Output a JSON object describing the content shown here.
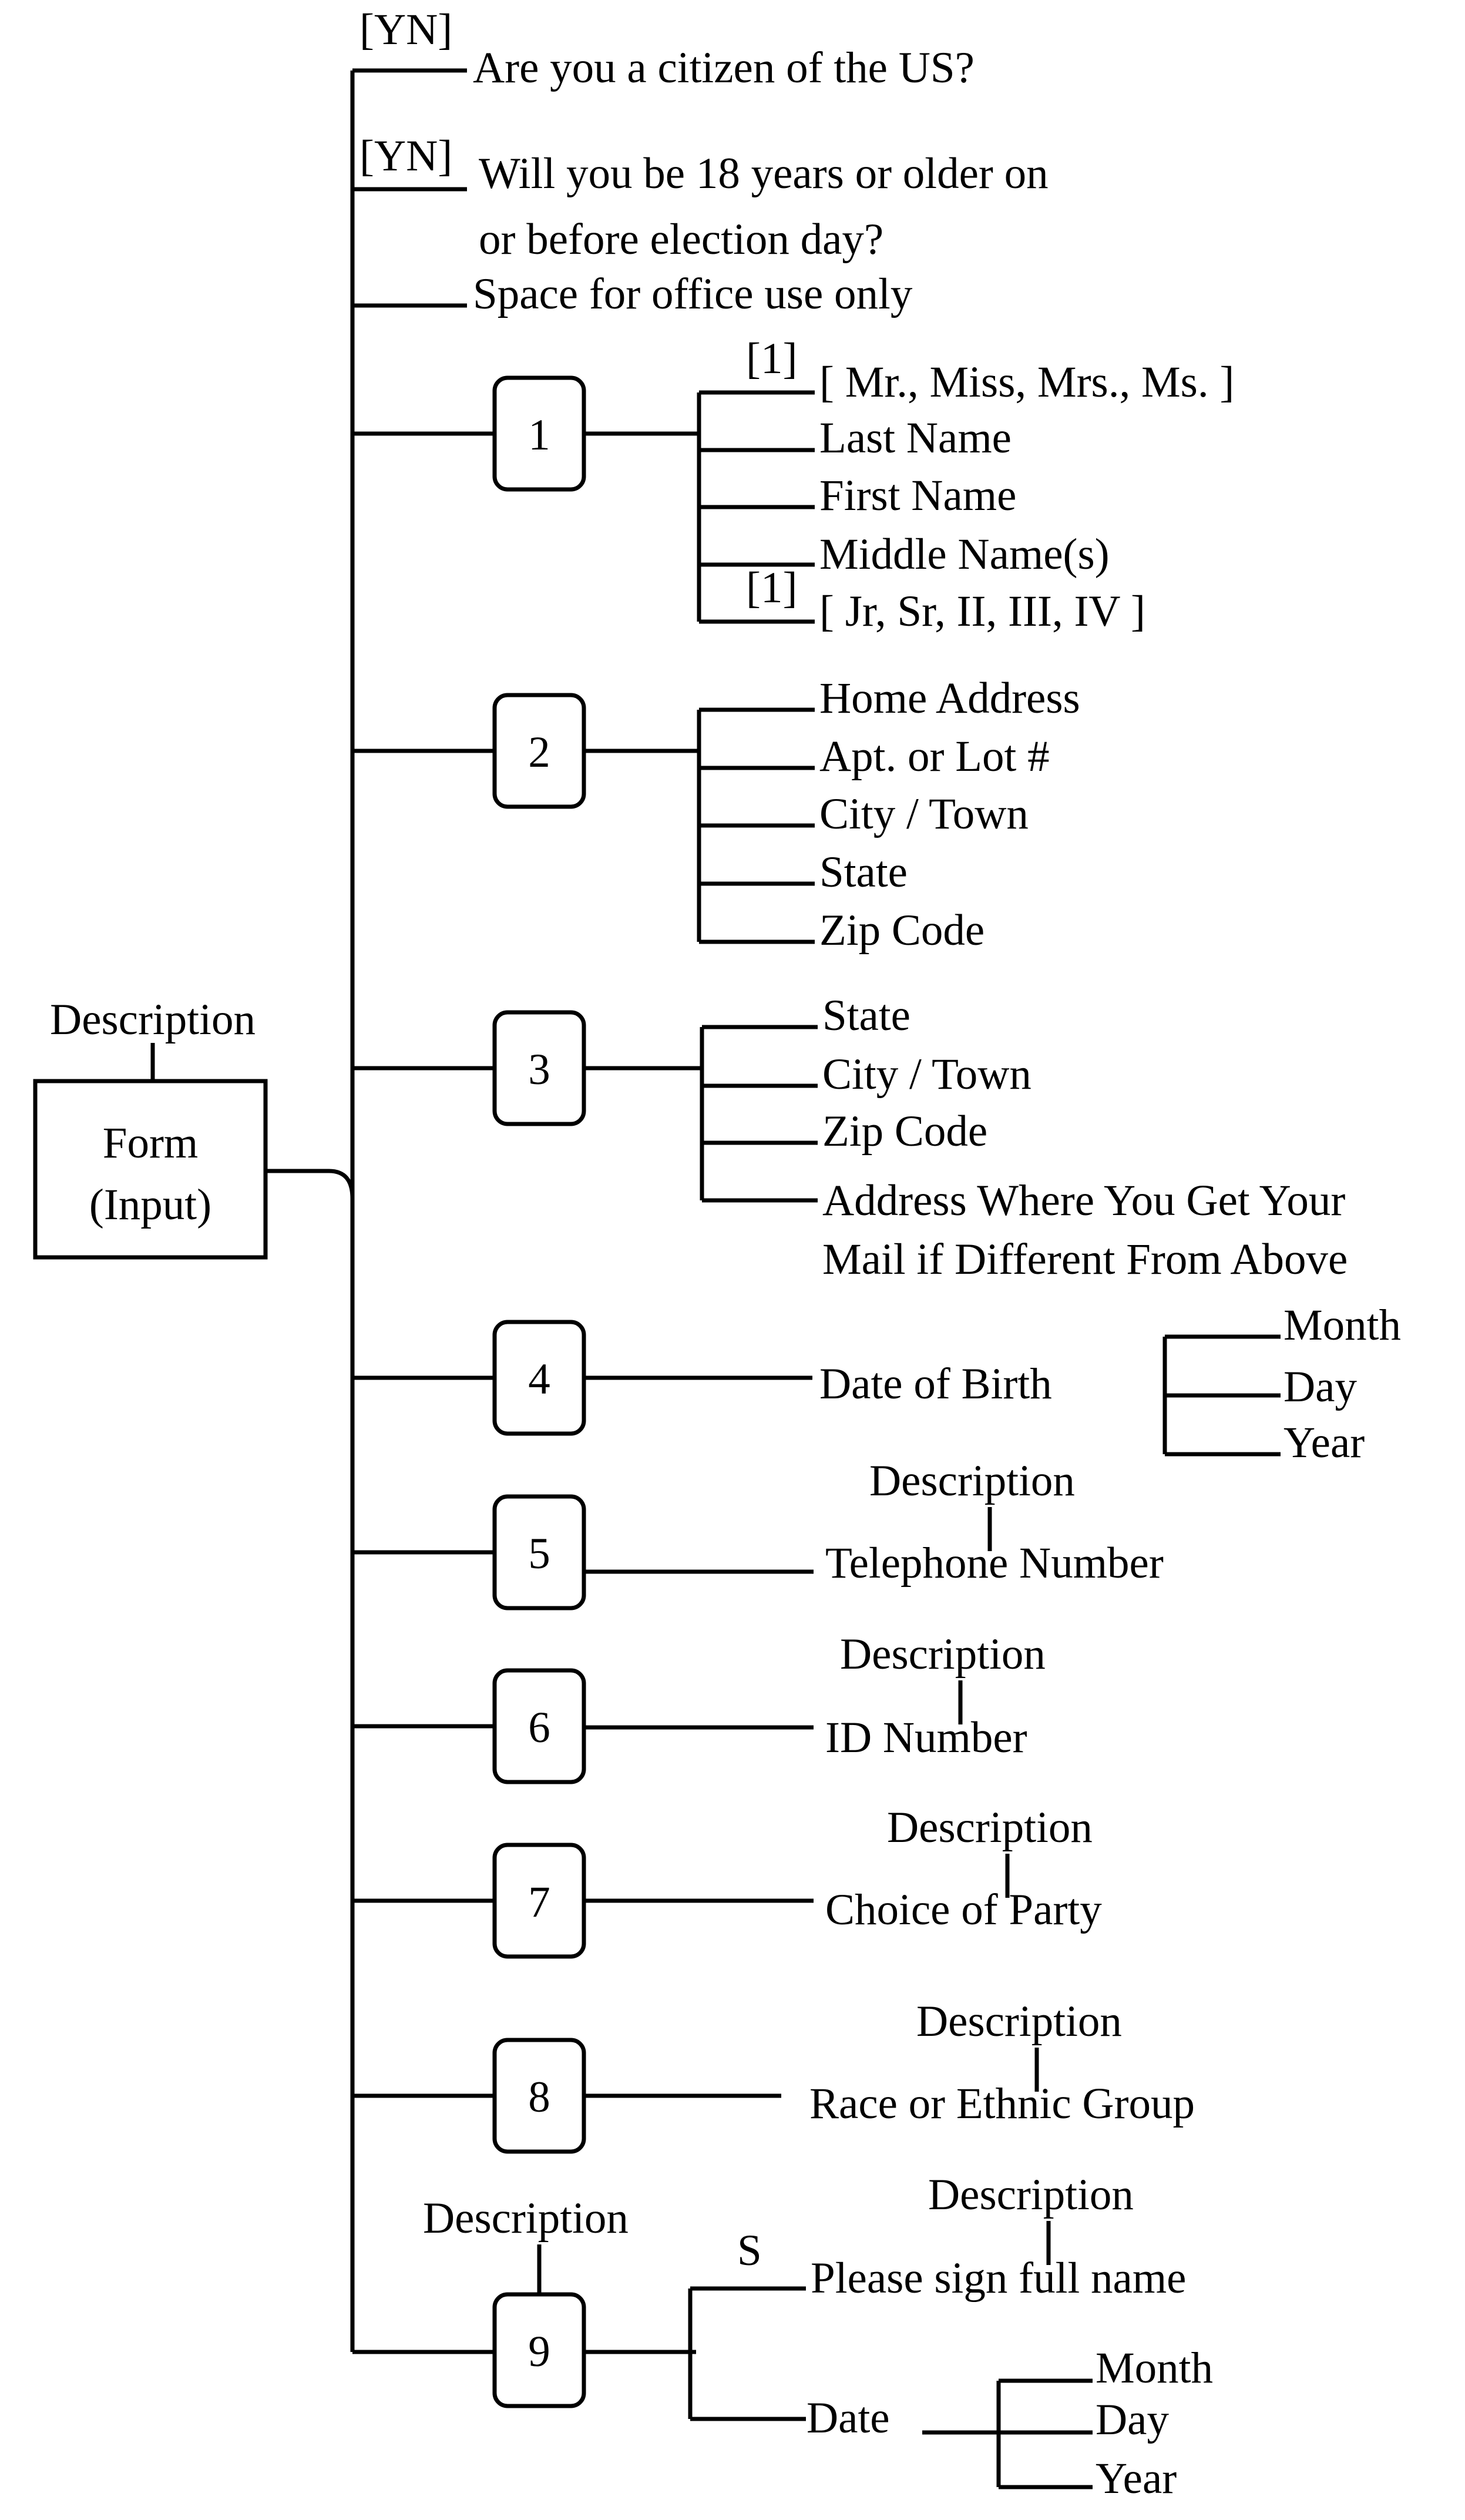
{
  "root": {
    "label_line1": "Form",
    "label_line2": "(Input)",
    "description": "Description"
  },
  "yn_marker": "[YN]",
  "one_marker": "[1]",
  "s_marker": "S",
  "description_label": "Description",
  "top_items": {
    "citizen": "Are you a citizen of the US?",
    "age_line1": "Will you be 18 years or older on",
    "age_line2": "or before election day?",
    "office": "Space for office use only"
  },
  "sections": {
    "s1": {
      "number": "1",
      "title_options": "[ Mr., Miss, Mrs., Ms. ]",
      "last_name": "Last Name",
      "first_name": "First Name",
      "middle_name": "Middle Name(s)",
      "suffix_options": "[ Jr, Sr, II, III, IV ]"
    },
    "s2": {
      "number": "2",
      "home_address": "Home Address",
      "apt": "Apt. or Lot #",
      "city": "City / Town",
      "state": "State",
      "zip": "Zip Code"
    },
    "s3": {
      "number": "3",
      "state": "State",
      "city": "City / Town",
      "zip": "Zip Code",
      "mail_line1": "Address Where You Get Your",
      "mail_line2": "Mail if Different From Above"
    },
    "s4": {
      "number": "4",
      "label": "Date of Birth",
      "month": "Month",
      "day": "Day",
      "year": "Year"
    },
    "s5": {
      "number": "5",
      "label": "Telephone Number"
    },
    "s6": {
      "number": "6",
      "label": "ID Number"
    },
    "s7": {
      "number": "7",
      "label": "Choice of Party"
    },
    "s8": {
      "number": "8",
      "label": "Race or Ethnic Group"
    },
    "s9": {
      "number": "9",
      "sign": "Please sign full name",
      "date": "Date",
      "month": "Month",
      "day": "Day",
      "year": "Year"
    }
  }
}
